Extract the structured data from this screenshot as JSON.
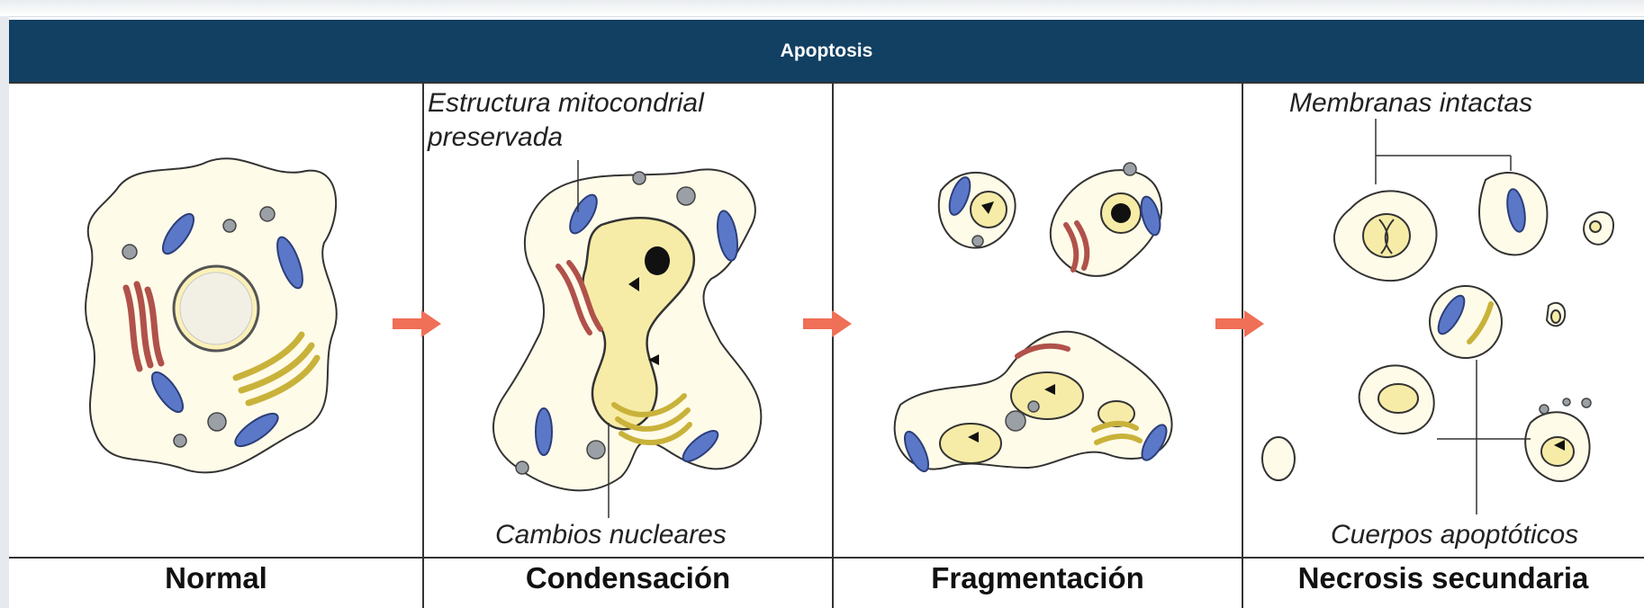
{
  "header": {
    "title": "Apoptosis"
  },
  "stages": [
    {
      "label": "Normal"
    },
    {
      "label": "Condensación"
    },
    {
      "label": "Fragmentación"
    },
    {
      "label": "Necrosis secundaria"
    }
  ],
  "annotations": {
    "mito": "Estructura mitocondrial\npreservada",
    "nuclear": "Cambios nucleares",
    "membranes": "Membranas intactas",
    "bodies": "Cuerpos apoptóticos"
  },
  "colors": {
    "header": "#124062",
    "arrow": "#ef6f57",
    "mitochondria": "#5b78c8",
    "golgi": "#c9b23a",
    "er": "#b0514a"
  }
}
